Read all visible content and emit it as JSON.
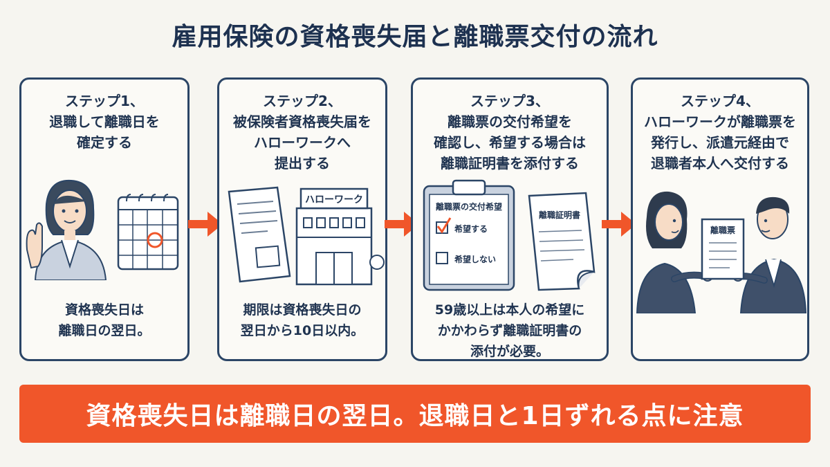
{
  "title": "雇用保険の資格喪失届と離職票交付の流れ",
  "steps": [
    {
      "heading": "ステップ1、\n退職して離職日を\n確定する",
      "note": "資格喪失日は\n離職日の翌日。"
    },
    {
      "heading": "ステップ2、\n被保険者資格喪失届を\nハローワークへ\n提出する",
      "note": "期限は資格喪失日の\n翌日から10日以内。",
      "building_sign": "ハローワーク"
    },
    {
      "heading": "ステップ3、\n離職票の交付希望を\n確認し、希望する場合は\n離職証明書を添付する",
      "note": "59歳以上は本人の希望に\nかかわらず離職証明書の\n添付が必要。",
      "form_title": "離職票の交付希望",
      "option_yes": "希望する",
      "option_no": "希望しない",
      "doc_title": "離職証明書"
    },
    {
      "heading": "ステップ4、\nハローワークが離職票を\n発行し、派遣元経由で\n退職者本人へ交付する",
      "paper_title": "離職票"
    }
  ],
  "banner": "資格喪失日は離職日の翌日。退職日と1日ずれる点に注意",
  "colors": {
    "navy": "#1f3350",
    "accent": "#f0562a",
    "background": "#f6f5f0"
  }
}
